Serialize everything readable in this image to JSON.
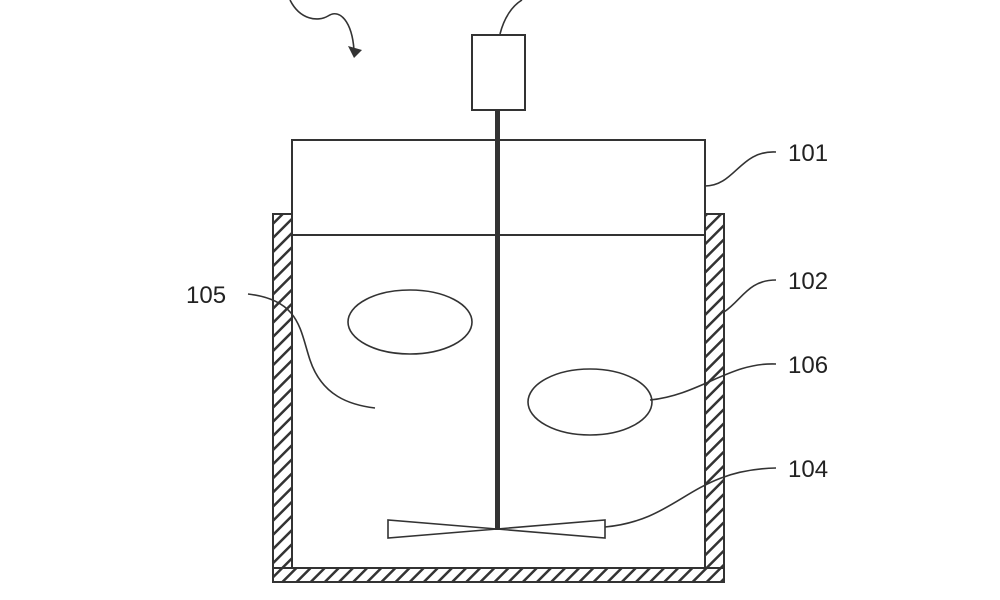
{
  "diagram": {
    "labels": {
      "vessel_ref": "101",
      "jacket_ref": "102",
      "impeller_ref": "104",
      "liquid_ref": "105",
      "particle_ref": "106"
    },
    "colors": {
      "line": "#333333",
      "background": "#ffffff"
    }
  }
}
